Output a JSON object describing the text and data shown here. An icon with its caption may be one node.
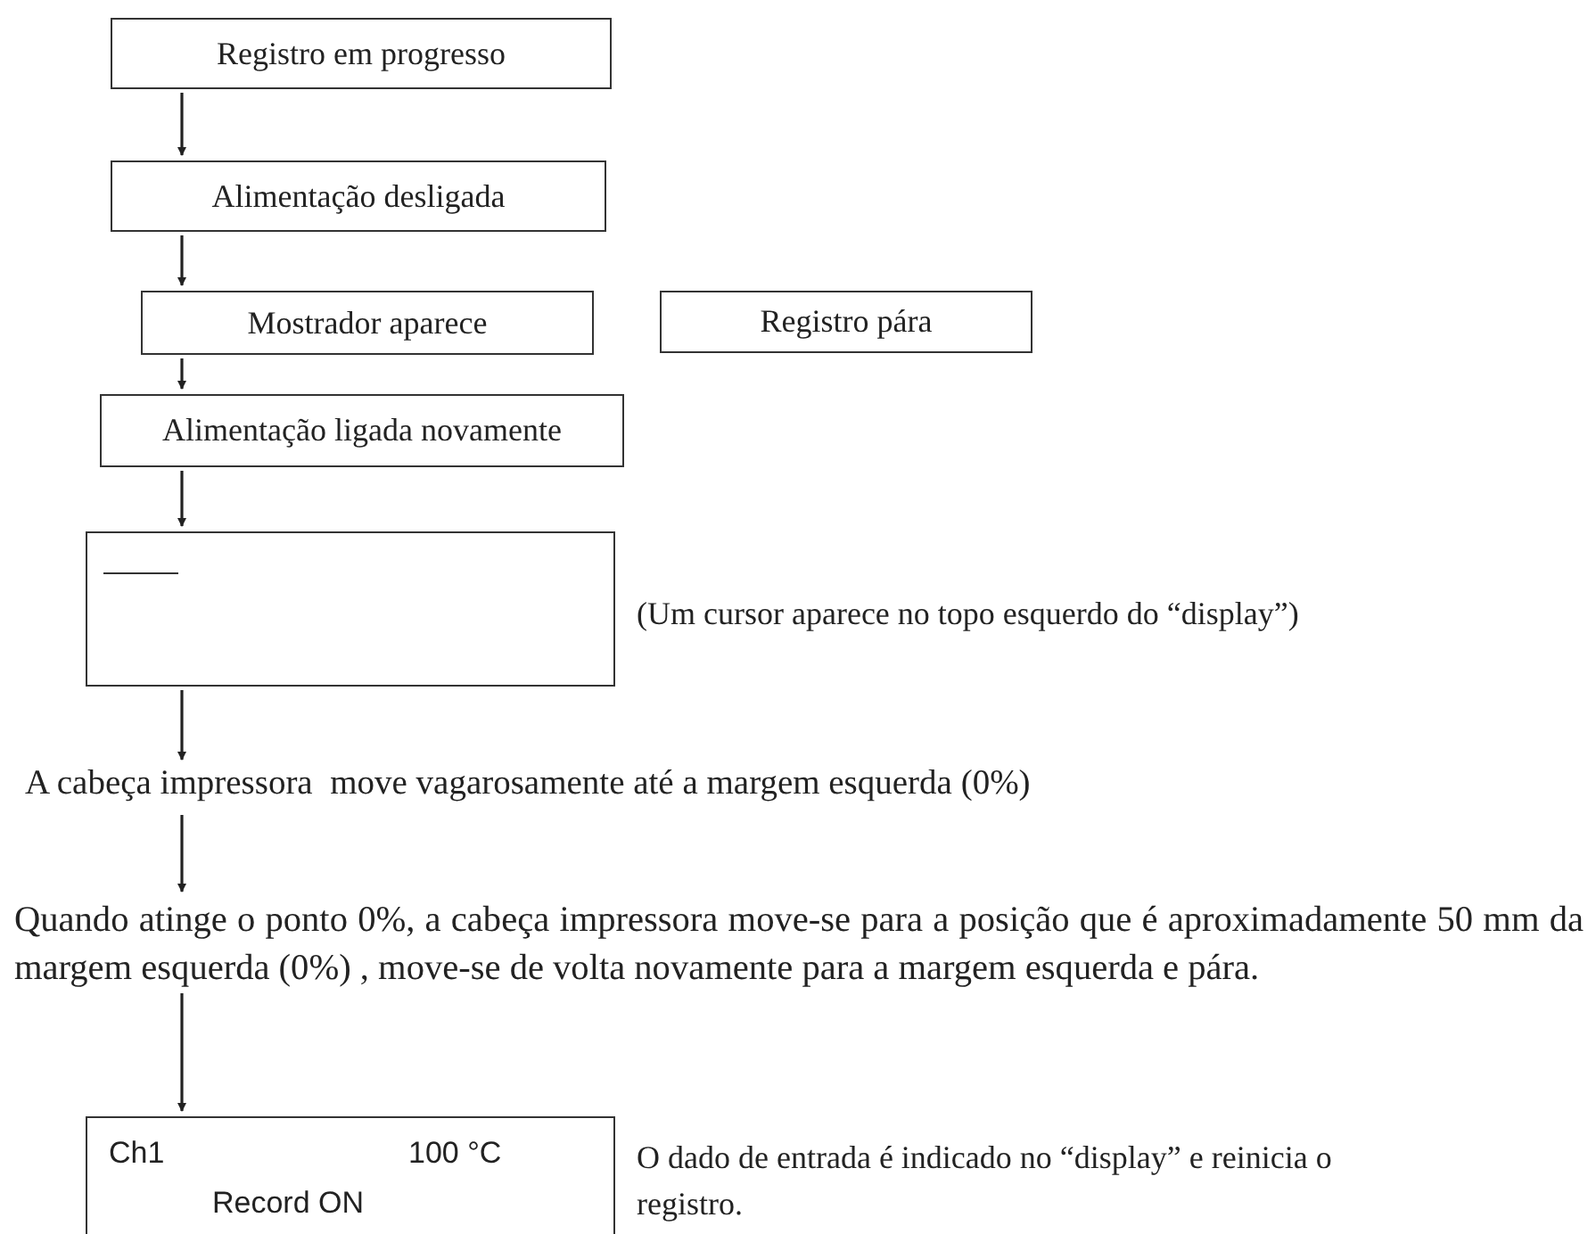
{
  "diagram": {
    "nodes": [
      {
        "text": [
          "Registro em progresso"
        ]
      },
      {
        "text": [
          "Alimentação desligada"
        ]
      },
      {
        "text": [
          "Mostrador aparece"
        ]
      },
      {
        "text": [
          "Registro pára"
        ]
      },
      {
        "text": [
          "Alimentação ligada novamente"
        ]
      },
      {
        "text": [],
        "shape": "box",
        "beside": [
          "(Um cursor aparece no topo esquerdo do “display”)"
        ]
      },
      {
        "text": [
          "A cabeça impressora  move vagarosamente até a margem esquerda (0%)"
        ]
      },
      {
        "text": [
          "Quando atinge o ponto 0%, a cabeça impressora move-se para a posição que é aproximadamente 50 mm da margem esquerda (0%) , move-se de volta novamente para a margem esquerda e pára."
        ]
      },
      {
        "text": [
          "Ch1",
          "100 °C",
          "Record ON"
        ],
        "beside": [
          "O dado de entrada é indicado no “display” e reinicia o registro."
        ]
      }
    ],
    "edges": [
      {
        "from": 0,
        "to": 1,
        "arrow": "to"
      },
      {
        "from": 1,
        "to": 2,
        "arrow": "to"
      },
      {
        "from": 2,
        "to": 4,
        "arrow": "to"
      },
      {
        "from": 4,
        "to": 5,
        "arrow": "to"
      },
      {
        "from": 5,
        "to": 6,
        "arrow": "to"
      },
      {
        "from": 6,
        "to": 7,
        "arrow": "to"
      },
      {
        "from": 7,
        "to": 8,
        "arrow": "to"
      }
    ]
  }
}
